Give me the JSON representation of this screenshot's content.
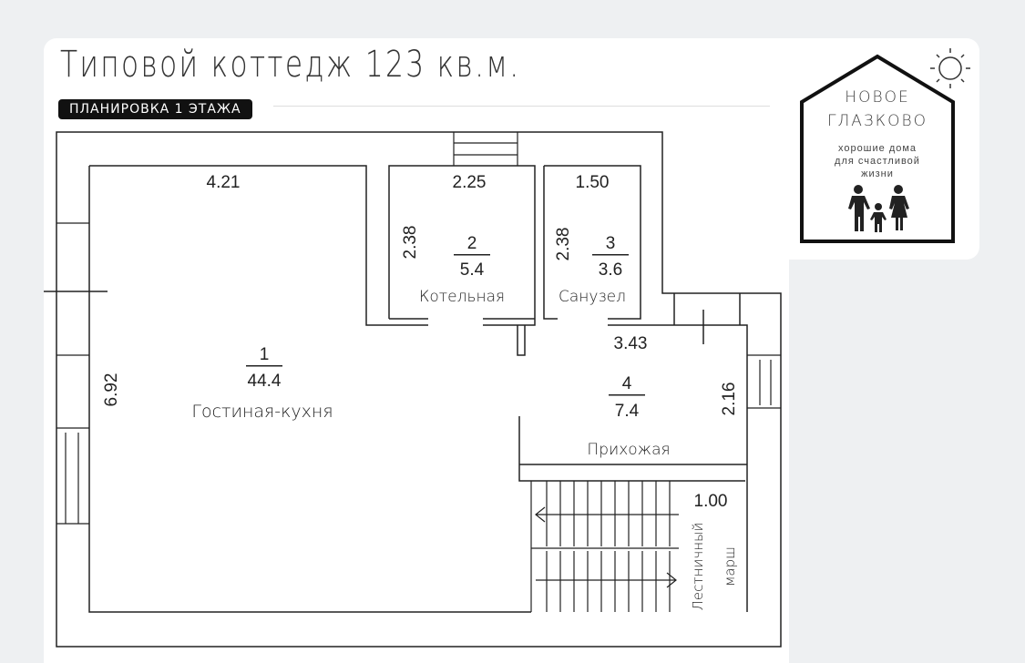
{
  "header": {
    "title": "Типовой коттедж 123 кв.м.",
    "subtitle": "ПЛАНИРОВКА 1 ЭТАЖА"
  },
  "logo": {
    "line1": "НОВОЕ",
    "line2": "ГЛАЗКОВО",
    "tagline1": "хорошие дома",
    "tagline2": "для счастливой",
    "tagline3": "жизни"
  },
  "rooms": [
    {
      "num": "1",
      "area": "44.4",
      "name": "Гостиная-кухня",
      "width": "4.21",
      "length": "6.92"
    },
    {
      "num": "2",
      "area": "5.4",
      "name": "Котельная",
      "width": "2.25",
      "length": "2.38"
    },
    {
      "num": "3",
      "area": "3.6",
      "name": "Санузел",
      "width": "1.50",
      "length": "2.38"
    },
    {
      "num": "4",
      "area": "7.4",
      "name": "Прихожая",
      "width": "3.43",
      "length": "2.16"
    }
  ],
  "stairs": {
    "name1": "Лестничный",
    "name2": "марш",
    "width": "1.00"
  }
}
